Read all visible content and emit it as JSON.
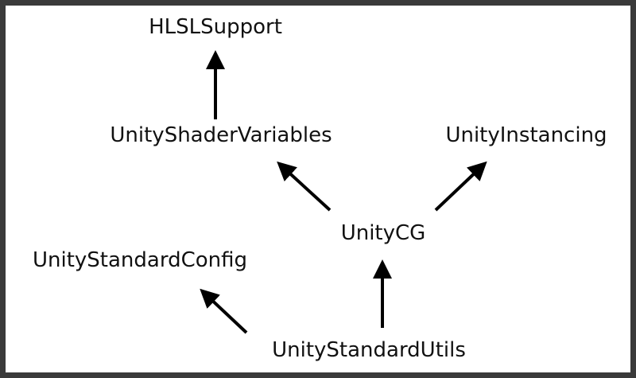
{
  "diagram": {
    "nodes": {
      "hlsl_support": "HLSLSupport",
      "unity_shader_variables": "UnityShaderVariables",
      "unity_instancing": "UnityInstancing",
      "unity_cg": "UnityCG",
      "unity_standard_config": "UnityStandardConfig",
      "unity_standard_utils": "UnityStandardUtils"
    },
    "edges": [
      {
        "from": "UnityShaderVariables",
        "to": "HLSLSupport"
      },
      {
        "from": "UnityCG",
        "to": "UnityShaderVariables"
      },
      {
        "from": "UnityCG",
        "to": "UnityInstancing"
      },
      {
        "from": "UnityStandardUtils",
        "to": "UnityCG"
      },
      {
        "from": "UnityStandardUtils",
        "to": "UnityStandardConfig"
      }
    ],
    "colors": {
      "arrow": "#000000",
      "text": "#111111",
      "background": "#ffffff",
      "border": "#3a3a3a"
    }
  }
}
